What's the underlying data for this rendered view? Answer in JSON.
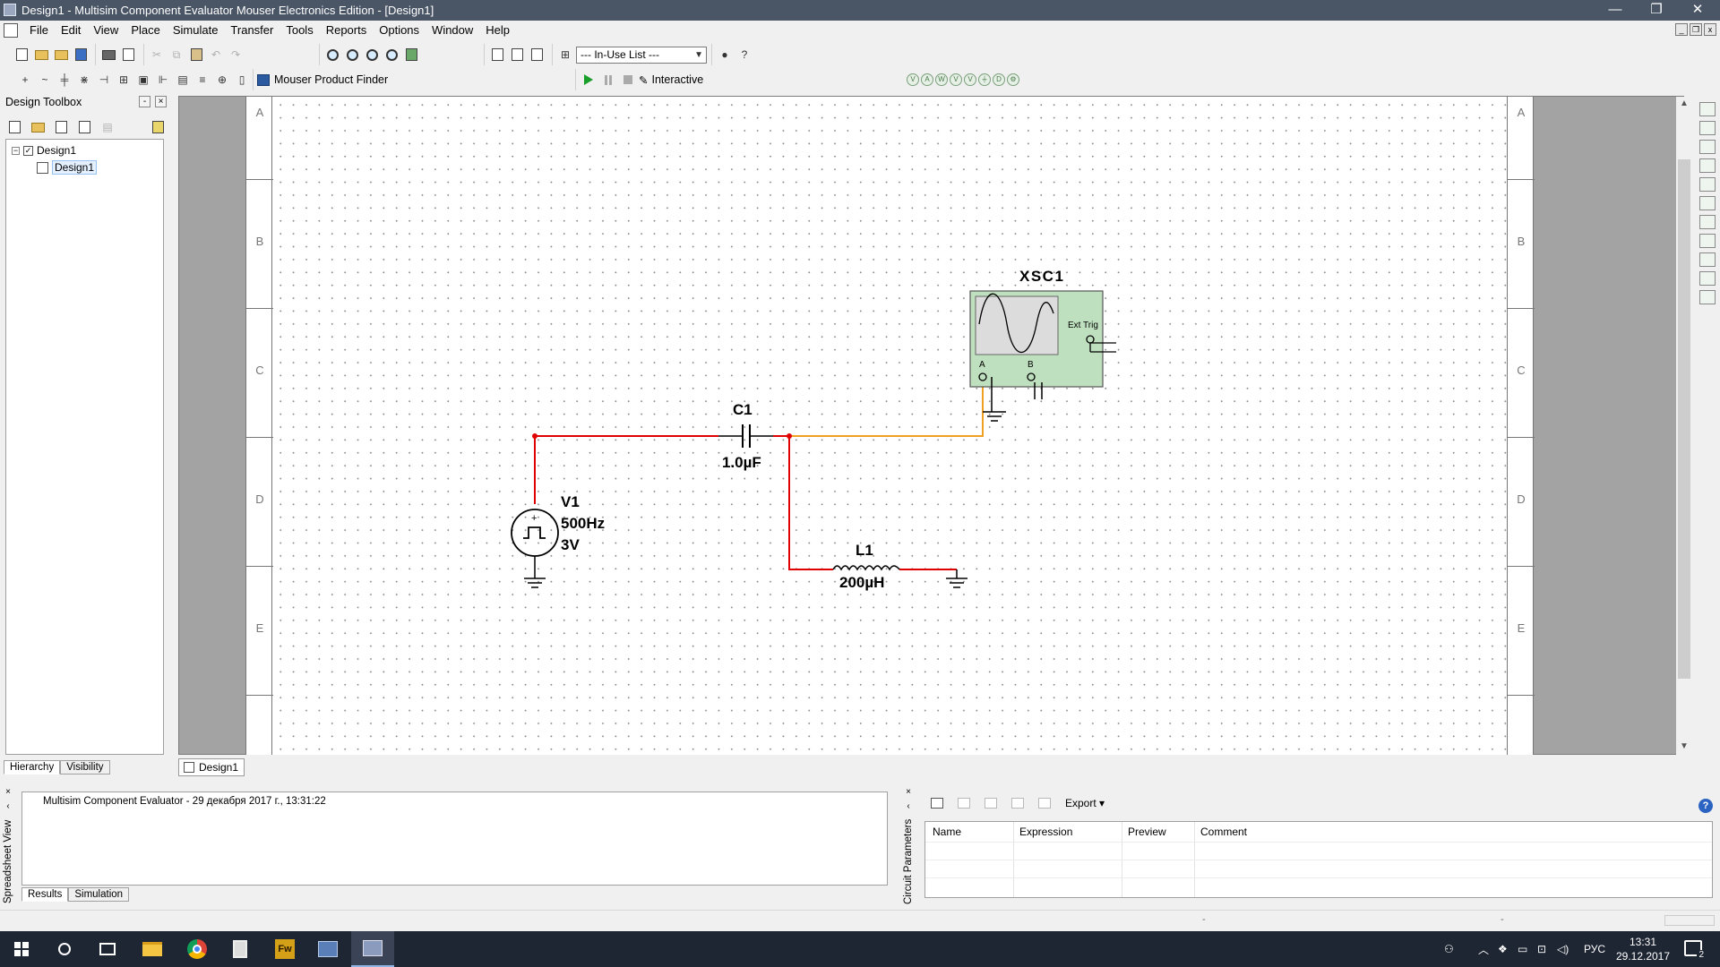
{
  "window": {
    "title": "Design1 - Multisim Component Evaluator Mouser Electronics Edition - [Design1]",
    "minimize_glyph": "—",
    "maximize_glyph": "❐",
    "close_glyph": "✕"
  },
  "menu": {
    "items": [
      "File",
      "Edit",
      "View",
      "Place",
      "Simulate",
      "Transfer",
      "Tools",
      "Reports",
      "Options",
      "Window",
      "Help"
    ]
  },
  "toolbar": {
    "in_use_list": "--- In-Use List ---",
    "mouser_finder": "Mouser Product Finder",
    "interactive_label": "Interactive"
  },
  "toolbox": {
    "title": "Design Toolbox",
    "tree": {
      "root": "Design1",
      "child": "Design1"
    },
    "tabs": [
      "Hierarchy",
      "Visibility"
    ]
  },
  "sheet": {
    "zones": [
      "A",
      "B",
      "C",
      "D",
      "E"
    ]
  },
  "circuit": {
    "source": {
      "ref": "V1",
      "frequency": "500Hz",
      "amplitude": "3V"
    },
    "capacitor": {
      "ref": "C1",
      "value": "1.0µF"
    },
    "inductor": {
      "ref": "L1",
      "value": "200µH"
    },
    "scope": {
      "ref": "XSC1",
      "ext_trig": "Ext Trig",
      "channel_a": "A",
      "channel_b": "B"
    },
    "wire_colors": {
      "main": "#e00000",
      "probe": "#f0a020"
    }
  },
  "document_tab": "Design1",
  "spreadsheet": {
    "side_caption": "Spreadsheet View",
    "message": "Multisim Component Evaluator  -  29 декабря 2017 г., 13:31:22",
    "tabs": [
      "Results",
      "Simulation"
    ]
  },
  "circuit_params": {
    "side_caption": "Circuit Parameters",
    "export_label": "Export",
    "columns": [
      "Name",
      "Expression",
      "Preview",
      "Comment"
    ]
  },
  "taskbar": {
    "fw_label": "Fw",
    "language": "РУС",
    "time": "13:31",
    "date": "29.12.2017",
    "notifications": "2"
  }
}
